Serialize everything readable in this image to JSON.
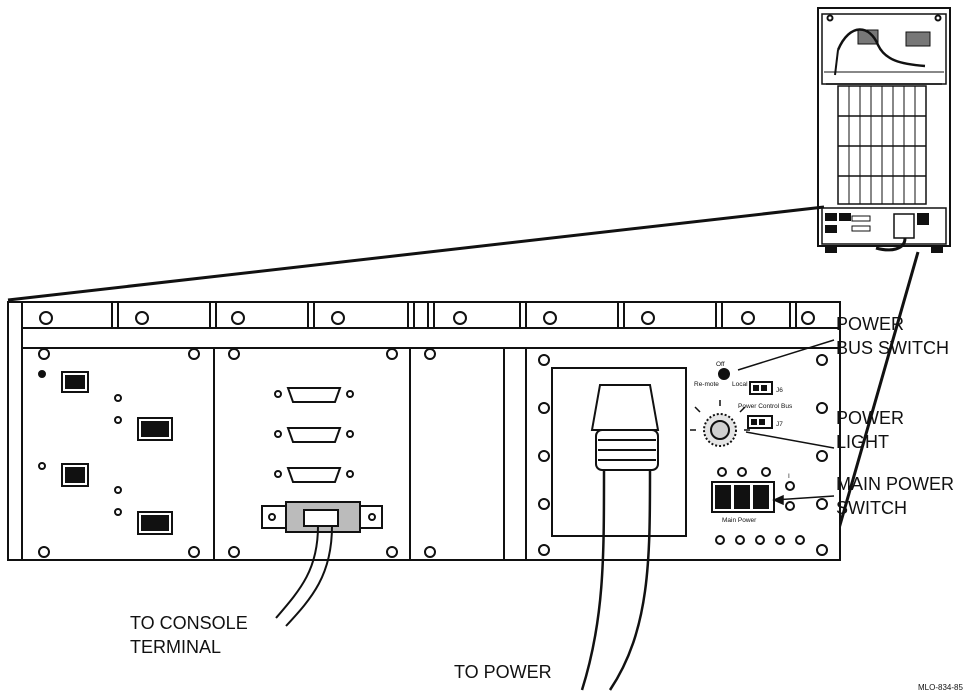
{
  "callouts": {
    "power_bus_switch": [
      "POWER",
      "BUS SWITCH"
    ],
    "power_light": [
      "POWER",
      "LIGHT"
    ],
    "main_power_switch": [
      "MAIN POWER",
      "SWITCH"
    ],
    "to_console_terminal": [
      "TO CONSOLE",
      "TERMINAL"
    ],
    "to_power": "TO POWER"
  },
  "panel_labels": {
    "off": "Off",
    "remote": "Re-mote",
    "local": "Local",
    "j6": "J6",
    "j7": "J7",
    "power_control_bus": "Power Control Bus",
    "main_power": "Main Power",
    "on_mark": "I"
  },
  "figure_id": "MLO-834-85"
}
